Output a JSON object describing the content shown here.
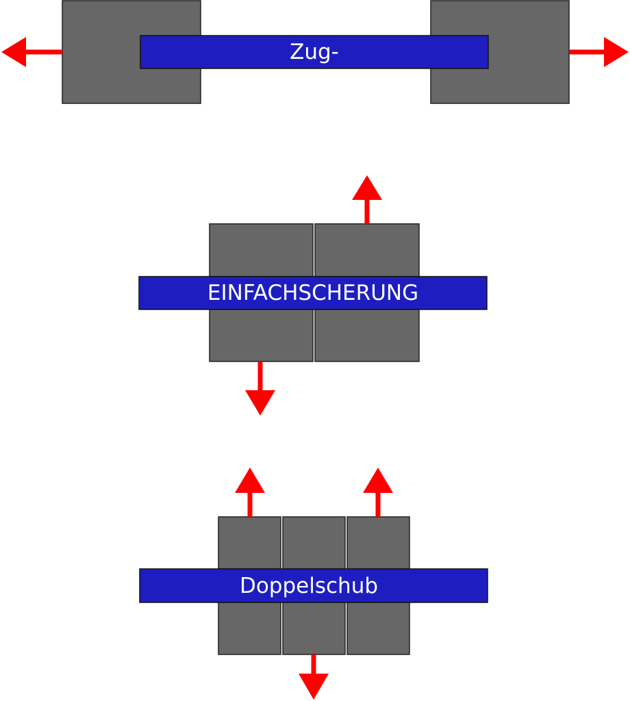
{
  "colors": {
    "block": "#676767",
    "bar": "#1e1ec0",
    "arrow": "#ff0000",
    "label": "#ffffff",
    "background": "#ffffff"
  },
  "panels": [
    {
      "id": "tension",
      "label": "Zug-"
    },
    {
      "id": "single-shear",
      "label": "EINFACHSCHERUNG"
    },
    {
      "id": "double-shear",
      "label": "Doppelschub"
    }
  ]
}
